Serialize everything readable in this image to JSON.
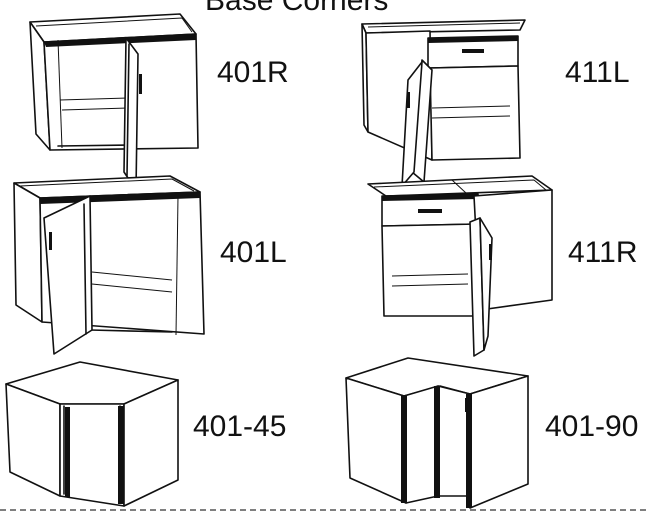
{
  "title": "Base Corners",
  "cabinets": [
    {
      "code": "401R"
    },
    {
      "code": "411L"
    },
    {
      "code": "401L"
    },
    {
      "code": "411R"
    },
    {
      "code": "401-45"
    },
    {
      "code": "401-90"
    }
  ]
}
